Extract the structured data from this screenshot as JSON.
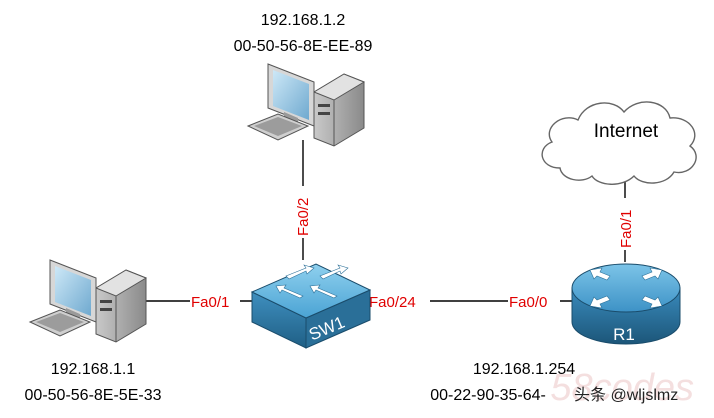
{
  "hosts": {
    "pc_top": {
      "ip": "192.168.1.2",
      "mac": "00-50-56-8E-EE-89"
    },
    "pc_left": {
      "ip": "192.168.1.1",
      "mac": "00-50-56-8E-5E-33"
    },
    "router": {
      "ip": "192.168.1.254",
      "mac": "00-22-90-35-64-"
    }
  },
  "devices": {
    "switch_label": "SW1",
    "router_label": "R1",
    "cloud_label": "Internet"
  },
  "ports": {
    "sw_fa0_2": "Fa0/2",
    "sw_fa0_1": "Fa0/1",
    "sw_fa0_24": "Fa0/24",
    "r1_fa0_0": "Fa0/0",
    "r1_fa0_1": "Fa0/1"
  },
  "watermark": {
    "site": "58codes",
    "credit": "头条 @wljslmz"
  },
  "colors": {
    "port_label": "#e00000",
    "link_line": "#000000",
    "device_blue": "#3f8fbf",
    "device_dark": "#1f5f85"
  }
}
